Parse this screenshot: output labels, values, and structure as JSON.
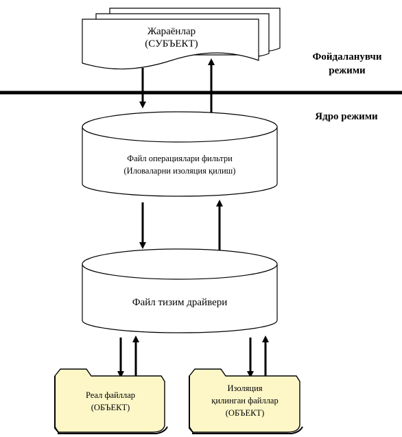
{
  "user_mode": {
    "line1": "Фойдаланувчи",
    "line2": "режими"
  },
  "kernel_mode": "Ядро режими",
  "subject": {
    "line1": "Жараёнлар",
    "line2": "(СУБЪЕКТ)"
  },
  "filter": {
    "line1": "Файл операциялари фильтри",
    "line2": "(Иловаларни изоляция қилиш)"
  },
  "driver": "Файл тизим драйвери",
  "real_files": {
    "line1": "Реал файллар",
    "line2": "(ОБЪЕКТ)"
  },
  "isolated_files": {
    "line1": "Изоляция",
    "line2": "қилинган файллар",
    "line3": "(ОБЪЕКТ)"
  },
  "colors": {
    "folder_fill": "#fdf7c8",
    "stroke": "#000000",
    "fill": "#ffffff"
  }
}
